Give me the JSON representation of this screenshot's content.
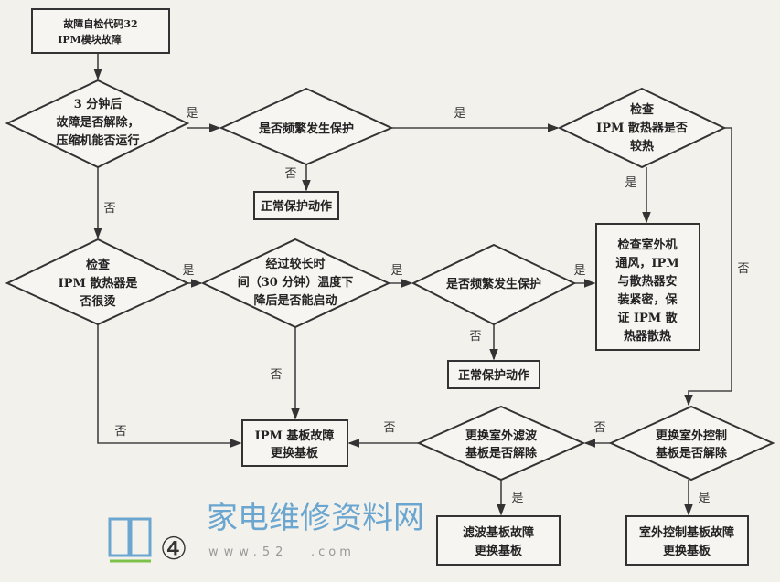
{
  "title": "故障自检代码32 IPM模块故障 检修流程",
  "figure_number": "④",
  "nodes": {
    "start": [
      "故障自检代码32",
      "IPM模块故障"
    ],
    "d1": [
      "3 分钟后",
      "故障是否解除，",
      "压缩机能否运行"
    ],
    "d2": [
      "是否频繁发生保护"
    ],
    "normal1": [
      "正常保护动作"
    ],
    "d3": [
      "检查",
      "IPM 散热器是否",
      "较热"
    ],
    "check_box": [
      "检查室外机",
      "通风，IPM",
      "与散热器安",
      "装紧密，保",
      "证 IPM 散",
      "热器散热"
    ],
    "d4": [
      "检查",
      "IPM 散热器是",
      "否很烫"
    ],
    "d5": [
      "经过较长时",
      "间（30 分钟）温度下",
      "降后是否能启动"
    ],
    "d6": [
      "是否频繁发生保护"
    ],
    "normal2": [
      "正常保护动作"
    ],
    "ipm_box": [
      "IPM 基板故障",
      "更换基板"
    ],
    "d7": [
      "更换室外滤波",
      "基板是否解除"
    ],
    "d8": [
      "更换室外控制",
      "基板是否解除"
    ],
    "filter_box": [
      "滤波基板故障",
      "更换基板"
    ],
    "control_box": [
      "室外控制基板故障",
      "更换基板"
    ]
  },
  "edge_labels": {
    "yes": "是",
    "no": "否"
  },
  "watermark": {
    "name": "家电维修资料网",
    "url_prefix": "www.52",
    "url_suffix": ".com"
  }
}
